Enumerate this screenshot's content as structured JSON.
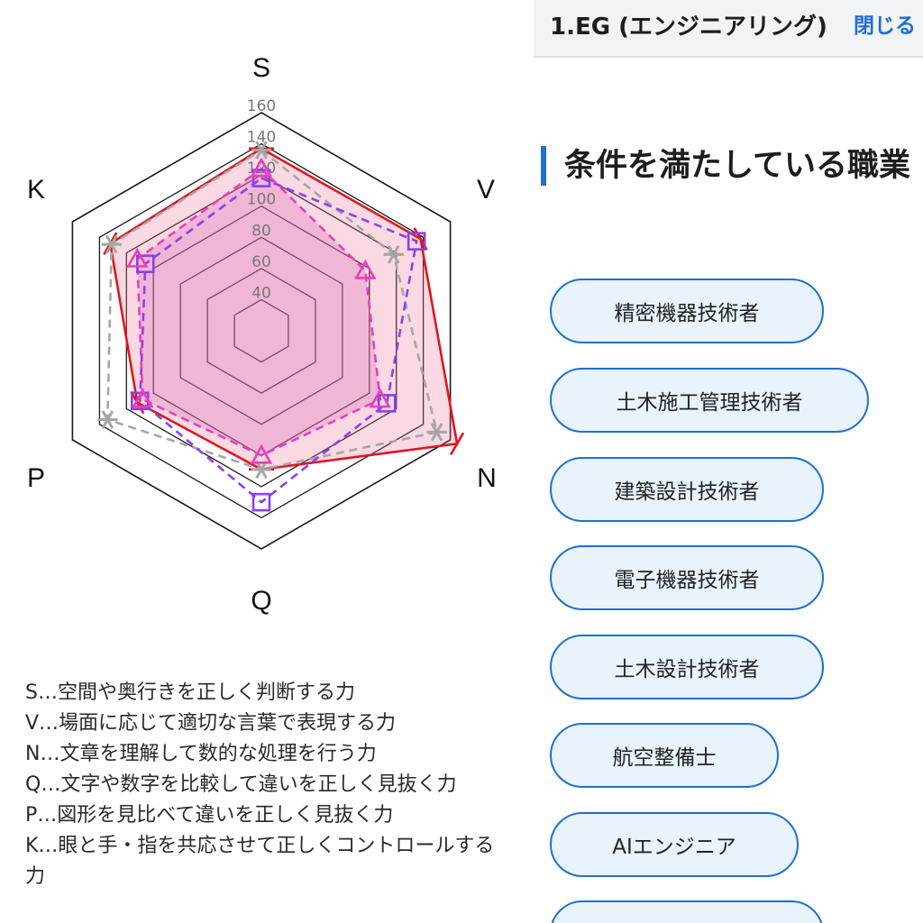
{
  "chart_data": {
    "type": "radar",
    "axes": [
      "S",
      "V",
      "N",
      "Q",
      "P",
      "K"
    ],
    "tick_labels": [
      "40",
      "60",
      "80",
      "100",
      "120",
      "140",
      "160"
    ],
    "scale": [
      20,
      160
    ],
    "series": [
      {
        "marker": "line",
        "color": "#e0161f",
        "dashed": false,
        "values": [
          137,
          138,
          165,
          109,
          112,
          132
        ]
      },
      {
        "marker": "asterisk",
        "color": "#a6a6a6",
        "dashed": true,
        "values": [
          136,
          118,
          150,
          109,
          134,
          131
        ]
      },
      {
        "marker": "square",
        "color": "#8b3ff0",
        "dashed": true,
        "values": [
          118,
          135,
          113,
          130,
          110,
          106
        ]
      },
      {
        "marker": "triangle",
        "color": "#e83fb9",
        "dashed": true,
        "values": [
          124,
          97,
          108,
          100,
          108,
          112
        ]
      }
    ]
  },
  "legend": [
    "S…空間や奥行きを正しく判断する力",
    "V…場面に応じて適切な言葉で表現する力",
    "N…文章を理解して数的な処理を行う力",
    "Q…文字や数字を比較して違いを正しく見抜く力",
    "P…図形を見比べて違いを正しく見抜く力",
    "K…眼と手・指を共応させて正しくコントロールする力"
  ],
  "topbar": {
    "title": "1.EG (エンジニアリング)",
    "close_label": "閉じる"
  },
  "section_heading": "条件を満たしている職業",
  "jobs": [
    "精密機器技術者",
    "土木施工管理技術者",
    "建築設計技術者",
    "電子機器技術者",
    "土木設計技術者",
    "航空整備士",
    "AIエンジニア",
    ""
  ],
  "colors": {
    "accent": "#1f6fd1",
    "pill_bg": "#e8f3fc"
  }
}
